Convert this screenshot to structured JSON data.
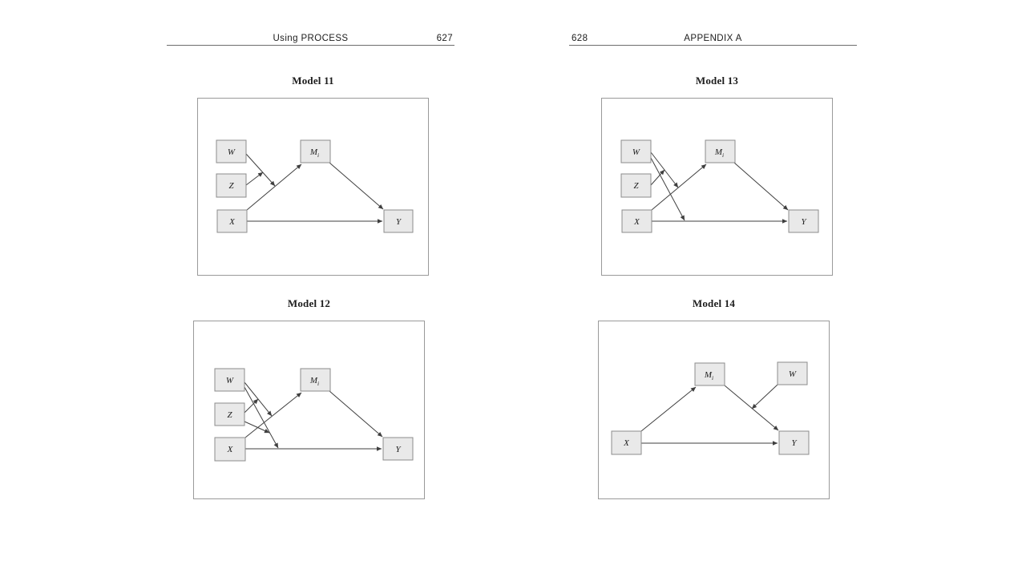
{
  "pages": {
    "left": {
      "running_head": "Using PROCESS",
      "page_number": "627"
    },
    "right": {
      "running_head": "APPENDIX A",
      "page_number": "628"
    }
  },
  "models": {
    "m11": {
      "title": "Model 11",
      "nodes": {
        "w": "W",
        "z": "Z",
        "x": "X",
        "m_base": "M",
        "m_sub": "i",
        "y": "Y"
      }
    },
    "m12": {
      "title": "Model 12",
      "nodes": {
        "w": "W",
        "z": "Z",
        "x": "X",
        "m_base": "M",
        "m_sub": "i",
        "y": "Y"
      }
    },
    "m13": {
      "title": "Model 13",
      "nodes": {
        "w": "W",
        "z": "Z",
        "x": "X",
        "m_base": "M",
        "m_sub": "i",
        "y": "Y"
      }
    },
    "m14": {
      "title": "Model 14",
      "nodes": {
        "w": "W",
        "x": "X",
        "m_base": "M",
        "m_sub": "i",
        "y": "Y"
      }
    }
  },
  "colors": {
    "page_bg": "#ffffff",
    "box_fill": "#e9e9e9",
    "box_stroke": "#8c8c8c",
    "edge": "#3f3f3f",
    "frame_stroke": "#9a9a9a",
    "rule": "#6e6e6e",
    "text": "#1c1c1c"
  }
}
